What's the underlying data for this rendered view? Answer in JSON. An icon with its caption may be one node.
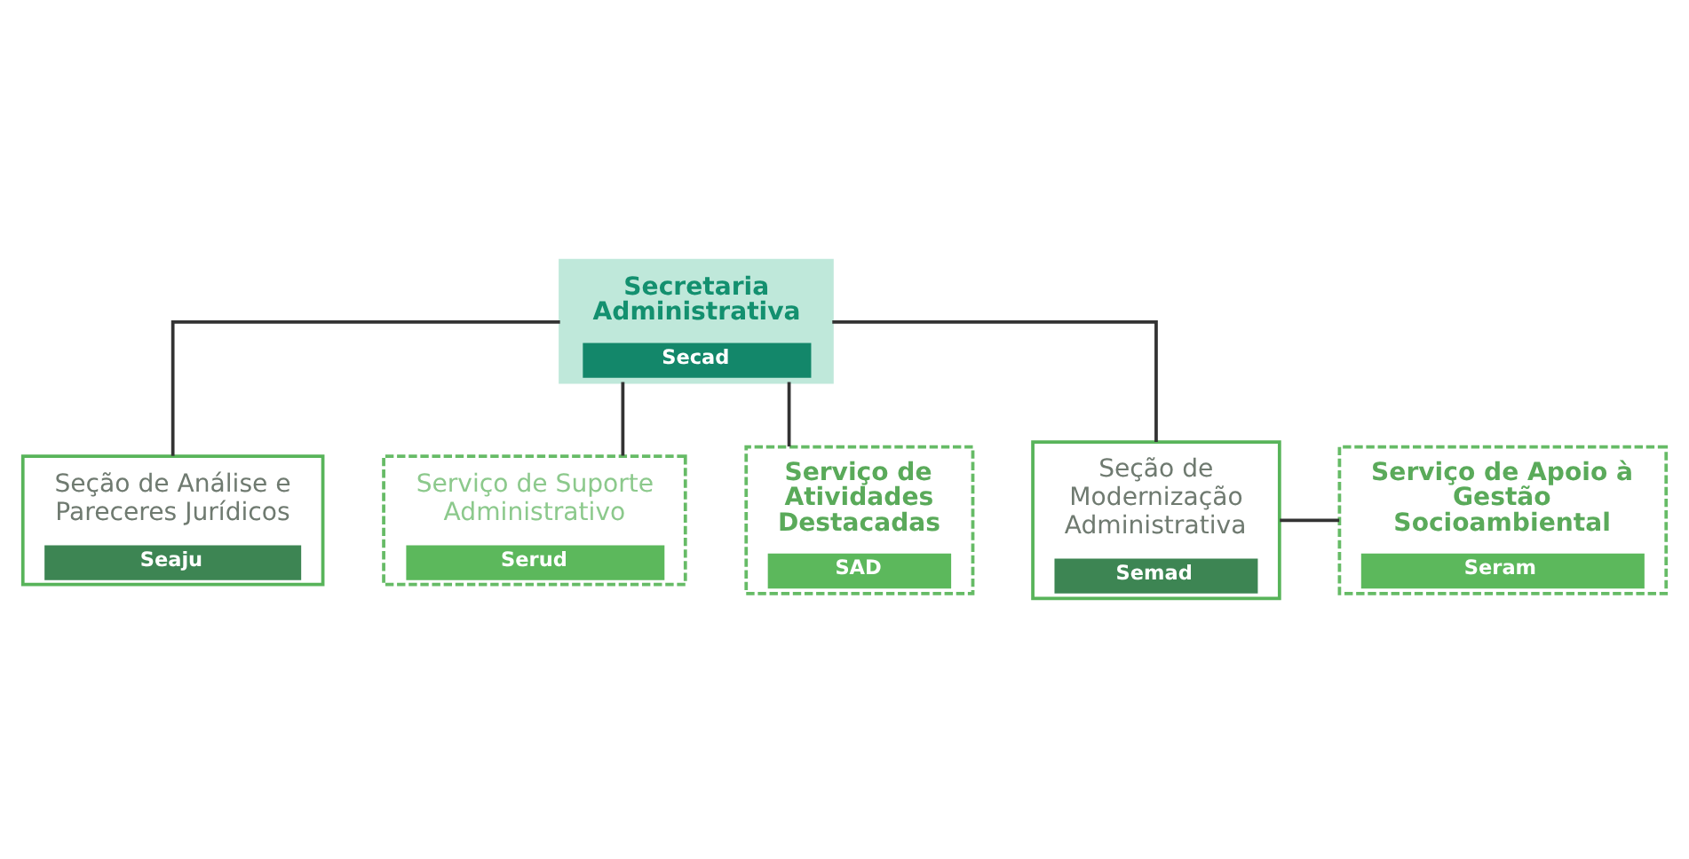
{
  "diagram": {
    "nodes": [
      {
        "text": [
          "Secretaria Administrativa",
          "Secad"
        ]
      },
      {
        "text": [
          "Seção de Análise e Pareceres Jurídicos",
          "Seaju"
        ]
      },
      {
        "text": [
          "Serviço de Suporte Administrativo",
          "Serud"
        ]
      },
      {
        "text": [
          "Serviço de Atividades Destacadas",
          "SAD"
        ]
      },
      {
        "text": [
          "Seção de Modernização Administrativa",
          "Semad"
        ]
      },
      {
        "text": [
          "Serviço de Apoio à Gestão Socioambiental",
          "Seram"
        ]
      }
    ],
    "edges": [
      {
        "from": 0,
        "to": 1,
        "arrow": "none"
      },
      {
        "from": 0,
        "to": 2,
        "arrow": "none"
      },
      {
        "from": 0,
        "to": 3,
        "arrow": "none"
      },
      {
        "from": 0,
        "to": 4,
        "arrow": "none"
      },
      {
        "from": 4,
        "to": 5,
        "arrow": "none"
      }
    ]
  }
}
